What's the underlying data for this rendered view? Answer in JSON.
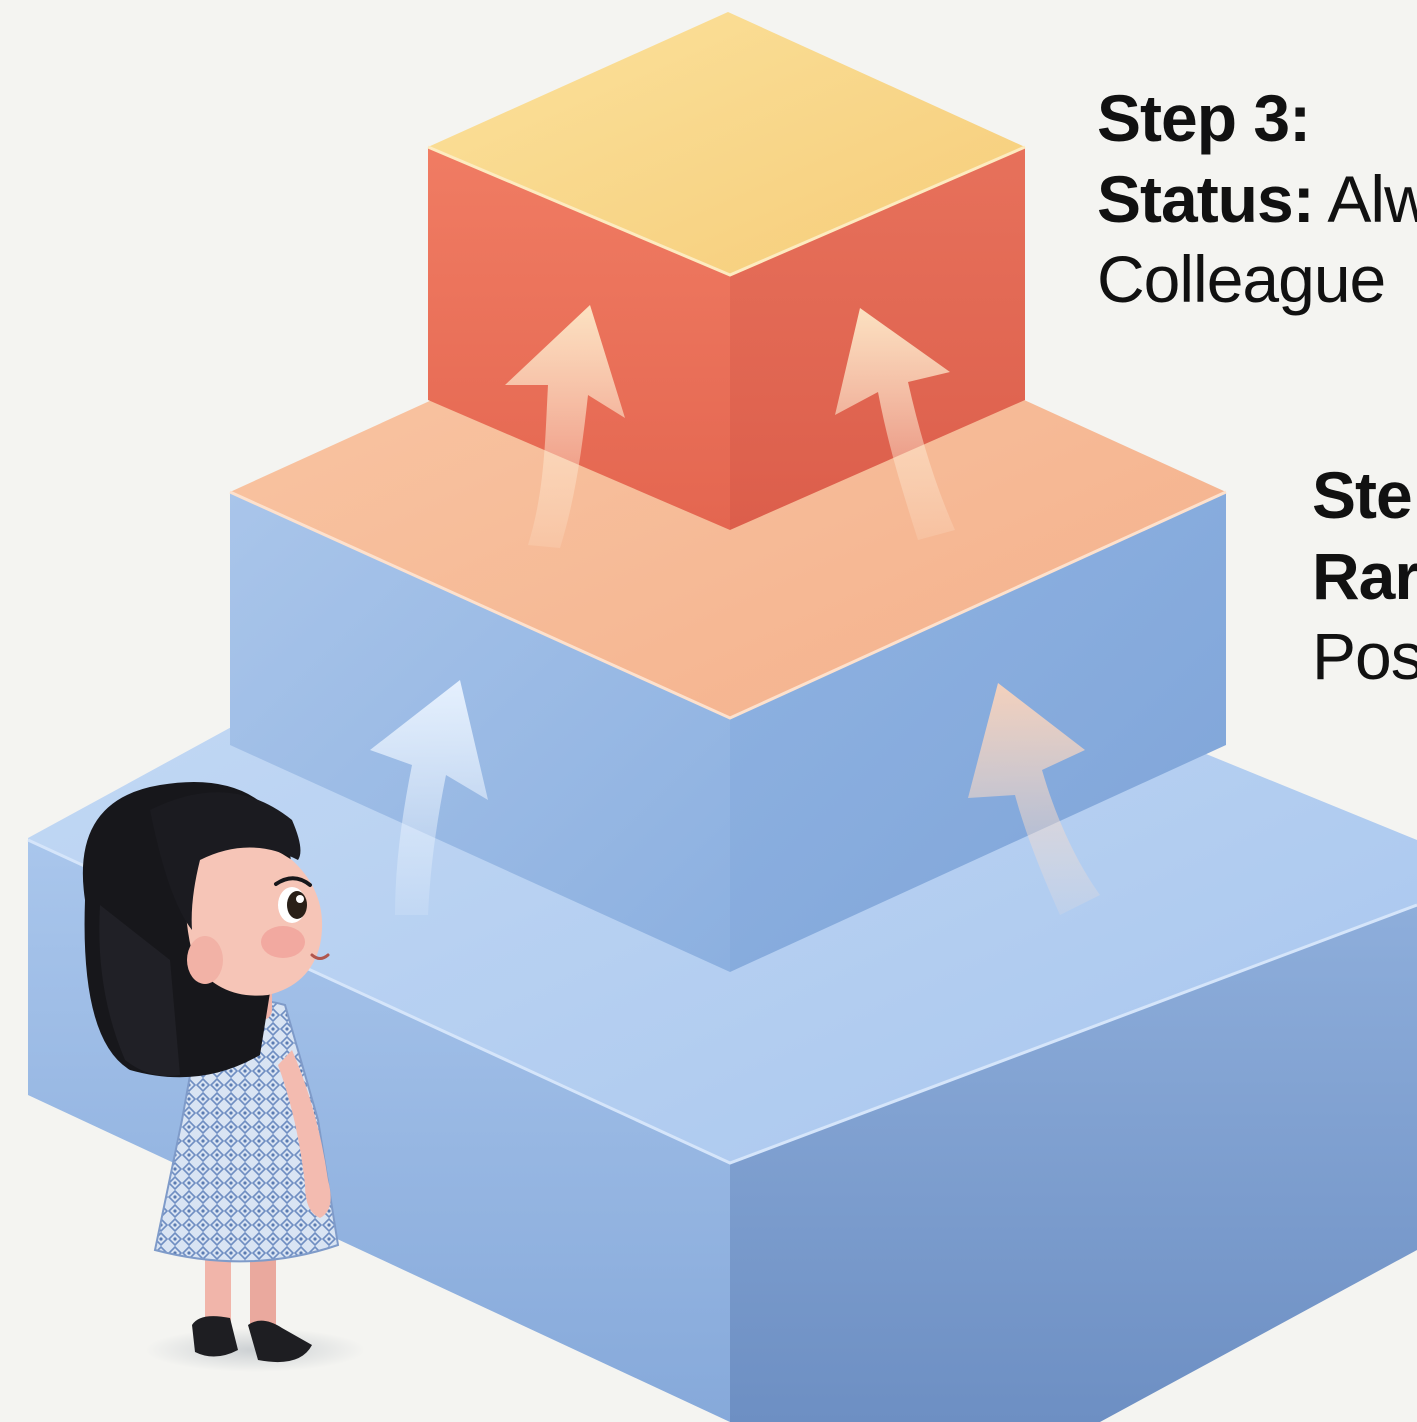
{
  "colors": {
    "background": "#f4f4f1",
    "base_step": "#9cbde6",
    "middle_step_top": "#f6b894",
    "middle_step_sides": "#8fb2e0",
    "top_step_top": "#f7d487",
    "top_step_sides": "#e8735c",
    "text": "#111111"
  },
  "step3": {
    "heading": "Step 3:",
    "status_key": "Status:",
    "status_value": " Alw",
    "line3": "Colleague "
  },
  "step2": {
    "heading": "Ste",
    "line2": "Rar",
    "line3": "Pos"
  },
  "icons": [
    "arrow-up-icon",
    "girl-figure"
  ]
}
